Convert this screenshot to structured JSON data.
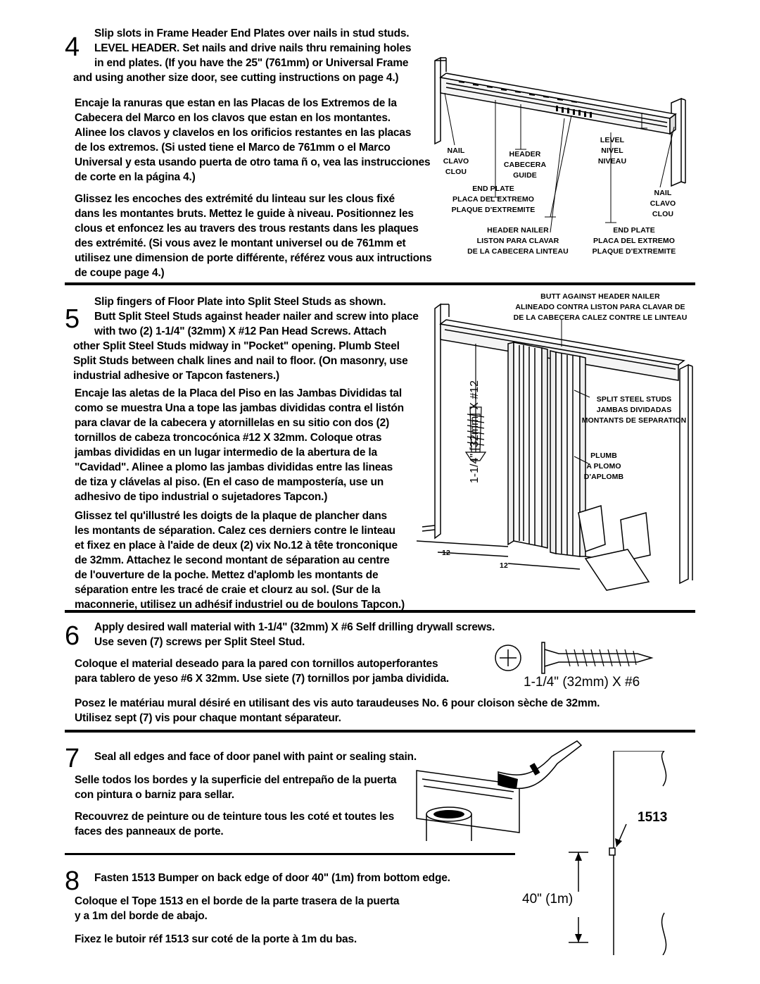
{
  "step4": {
    "number": "4",
    "english": [
      "Slip slots in Frame Header End Plates over nails in stud studs.",
      "LEVEL HEADER.  Set nails and drive nails thru remaining holes",
      "in end plates.  (If you have the 25\" (761mm) or Universal Frame",
      "and using another size door, see cutting instructions on page 4.)"
    ],
    "spanish": [
      "Encaje la ranuras que estan en las Placas de los Extremos de la",
      "Cabecera del Marco en los clavos que estan en los montantes.",
      "Alinee los clavos y clavelos en los orificios restantes en las placas",
      "de los extremos.  (Si usted tiene el Marco de 761mm o el Marco",
      "Universal y esta usando puerta de otro tama ñ o, vea las instrucciones",
      "de corte en la página 4.)"
    ],
    "french": [
      "Glissez les encoches des extrémité du linteau sur les clous fixé",
      "dans les montantes bruts.  Mettez le guide à niveau.  Positionnez les",
      "clous et enfoncez les au travers des trous restants dans les plaques",
      "des extrémité.  (Si vous avez le montant universel ou de 761mm et",
      "utilisez une dimension de porte différente, référez vous aux intructions",
      "de coupe page 4.)"
    ],
    "labels": {
      "nail_left": [
        "NAIL",
        "CLAVO",
        "CLOU"
      ],
      "header_guide": [
        "HEADER",
        "CABECERA",
        "GUIDE"
      ],
      "level": [
        "LEVEL",
        "NIVEL",
        "NIVEAU"
      ],
      "end_plate_left": [
        "END PLATE",
        "PLACA DEL EXTREMO",
        "PLAQUE D'EXTREMITE"
      ],
      "nail_right": [
        "NAIL",
        "CLAVO",
        "CLOU"
      ],
      "header_nailer": [
        "HEADER NAILER",
        "LISTON PARA CLAVAR",
        "DE LA CABECERA LINTEAU"
      ],
      "end_plate_right": [
        "END PLATE",
        "PLACA DEL EXTREMO",
        "PLAQUE D'EXTREMITE"
      ]
    }
  },
  "step5": {
    "number": "5",
    "english": [
      "Slip fingers of Floor Plate into Split Steel Studs as shown.",
      "Butt Split Steel Studs against header nailer and screw into place",
      "with two (2) 1-1/4\" (32mm) X #12 Pan Head Screws.  Attach",
      "other Split Steel Studs midway in \"Pocket\" opening. Plumb Steel",
      "Split Studs between chalk lines and nail to floor.  (On masonry, use",
      "industrial adhesive or Tapcon fasteners.)"
    ],
    "spanish": [
      "Encaje las aletas de la Placa del Piso en las Jambas Divididas tal",
      "como se muestra Una a tope las jambas divididas contra el listón",
      "para clavar de la cabecera y atornillelas en su sitio con dos (2)",
      "tornillos de cabeza troncocónica #12 X 32mm.  Coloque otras",
      "jambas divididas en un lugar intermedio de la abertura de la",
      "\"Cavidad\".  Alinee a plomo las jambas divididas entre las lineas",
      "de tiza y clávelas al piso.  (En el caso de mampostería, use un",
      "adhesivo de tipo industrial o sujetadores Tapcon.)"
    ],
    "french": [
      "Glissez tel qu'illustré les doigts de la plaque de plancher dans",
      "les montants de séparation.  Calez ces derniers contre le linteau",
      "et fixez en place à l'aide de deux (2) vix No.12 à tête tronconique",
      "de 32mm.  Attachez le second montant de séparation au centre",
      "de l'ouverture de la poche.  Mettez d'aplomb les montants de",
      "séparation entre les tracé de craie et clourz au sol.  (Sur de la",
      "maconnerie, utilisez un adhésif industriel ou de boulons Tapcon.)"
    ],
    "labels": {
      "butt": [
        "BUTT AGAINST HEADER NAILER",
        "ALINEADO CONTRA LISTON PARA CLAVAR DE",
        "DE LA CABECERA CALEZ CONTRE LE LINTEAU"
      ],
      "split": [
        "SPLIT STEEL STUDS",
        "JAMBAS DIVIDADAS",
        "MONTANTS DE SEPARATION"
      ],
      "plumb": [
        "PLUMB",
        "A PLOMO",
        "D'APLOMB"
      ],
      "screw": "1-1/4\" [32mm] X #12",
      "dim1": "12",
      "dim2": "12"
    }
  },
  "step6": {
    "number": "6",
    "english": [
      "Apply desired wall material with 1-1/4\" (32mm) X #6 Self drilling drywall screws.",
      "Use seven (7) screws per Split Steel Stud."
    ],
    "spanish": [
      "Coloque el material deseado para la pared con tornillos autoperforantes",
      "para tablero de yeso #6 X 32mm.  Use siete (7) tornillos por jamba dividida."
    ],
    "french": [
      "Posez le matériau mural désiré en utilisant des vis auto taraudeuses No. 6 pour cloison sèche de 32mm.",
      "Utilisez sept (7) vis pour chaque montant séparateur."
    ],
    "screw_label": "1-1/4\" (32mm) X #6"
  },
  "step7": {
    "number": "7",
    "english": [
      "Seal all edges and face of door panel with paint or sealing stain."
    ],
    "spanish": [
      "Selle todos los bordes y la superficie del entrepaño de la puerta",
      "con pintura o barniz para sellar."
    ],
    "french": [
      "Recouvrez de peinture ou de teinture tous les coté et toutes les",
      "faces des panneaux de porte."
    ],
    "bumper_label": "1513"
  },
  "step8": {
    "number": "8",
    "english": [
      "Fasten 1513 Bumper on back edge of door 40\" (1m) from bottom edge."
    ],
    "spanish": [
      "Coloque el Tope 1513 en el borde de la parte trasera de la puerta",
      "y a 1m del borde de abajo."
    ],
    "french": [
      "Fixez le butoir réf 1513 sur coté de la porte à 1m du bas."
    ],
    "height_label": "40\" (1m)"
  }
}
